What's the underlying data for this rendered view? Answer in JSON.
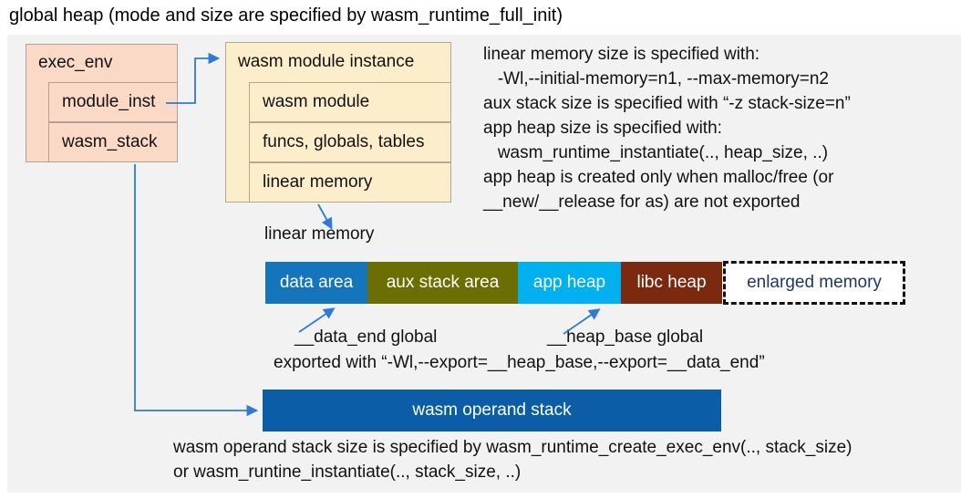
{
  "title": "global heap (mode and size are specified by wasm_runtime_full_init)",
  "colors": {
    "canvas_bg": "#f2f2f2",
    "arrow": "#2e7ad6",
    "exec_env_fill": "#fbd9c7",
    "module_instance_fill": "#fdeecb",
    "data_area": "#1474bc",
    "aux_stack_area": "#6b6e00",
    "app_heap": "#00b0ef",
    "libc_heap": "#7b2a10",
    "operand_stack": "#0b5da8",
    "enlarged_memory_text": "#1f3864"
  },
  "exec_env": {
    "title": "exec_env",
    "rows": [
      "module_inst",
      "wasm_stack"
    ]
  },
  "module_instance": {
    "title": "wasm module instance",
    "rows": [
      "wasm module",
      "funcs, globals, tables",
      "linear memory"
    ]
  },
  "notes_right": {
    "lines": [
      "linear memory size is specified with:",
      "   -Wl,--initial-memory=n1, --max-memory=n2",
      "aux stack size is specified with “-z stack-size=n”",
      "app heap size is specified with:",
      "   wasm_runtime_instantiate(.., heap_size, ..)",
      "app heap is created only when malloc/free (or",
      "__new/__release for as) are not exported"
    ]
  },
  "linear_memory": {
    "label": "linear memory",
    "segments": [
      {
        "label": "data area",
        "color": "#1474bc"
      },
      {
        "label": "aux stack area",
        "color": "#6b6e00"
      },
      {
        "label": "app heap",
        "color": "#00b0ef"
      },
      {
        "label": "libc heap",
        "color": "#7b2a10"
      },
      {
        "label": "enlarged memory",
        "color": "#ffffff",
        "dashed": true
      }
    ]
  },
  "annotations": {
    "data_end": "__data_end global",
    "heap_base": "__heap_base global",
    "exported": "exported with “-Wl,--export=__heap_base,--export=__data_end”"
  },
  "operand_stack": {
    "label": "wasm operand stack"
  },
  "notes_bottom": {
    "lines": [
      "wasm operand stack size is specified by wasm_runtime_create_exec_env(.., stack_size)",
      "or wasm_runtine_instantiate(.., stack_size, ..)"
    ]
  }
}
